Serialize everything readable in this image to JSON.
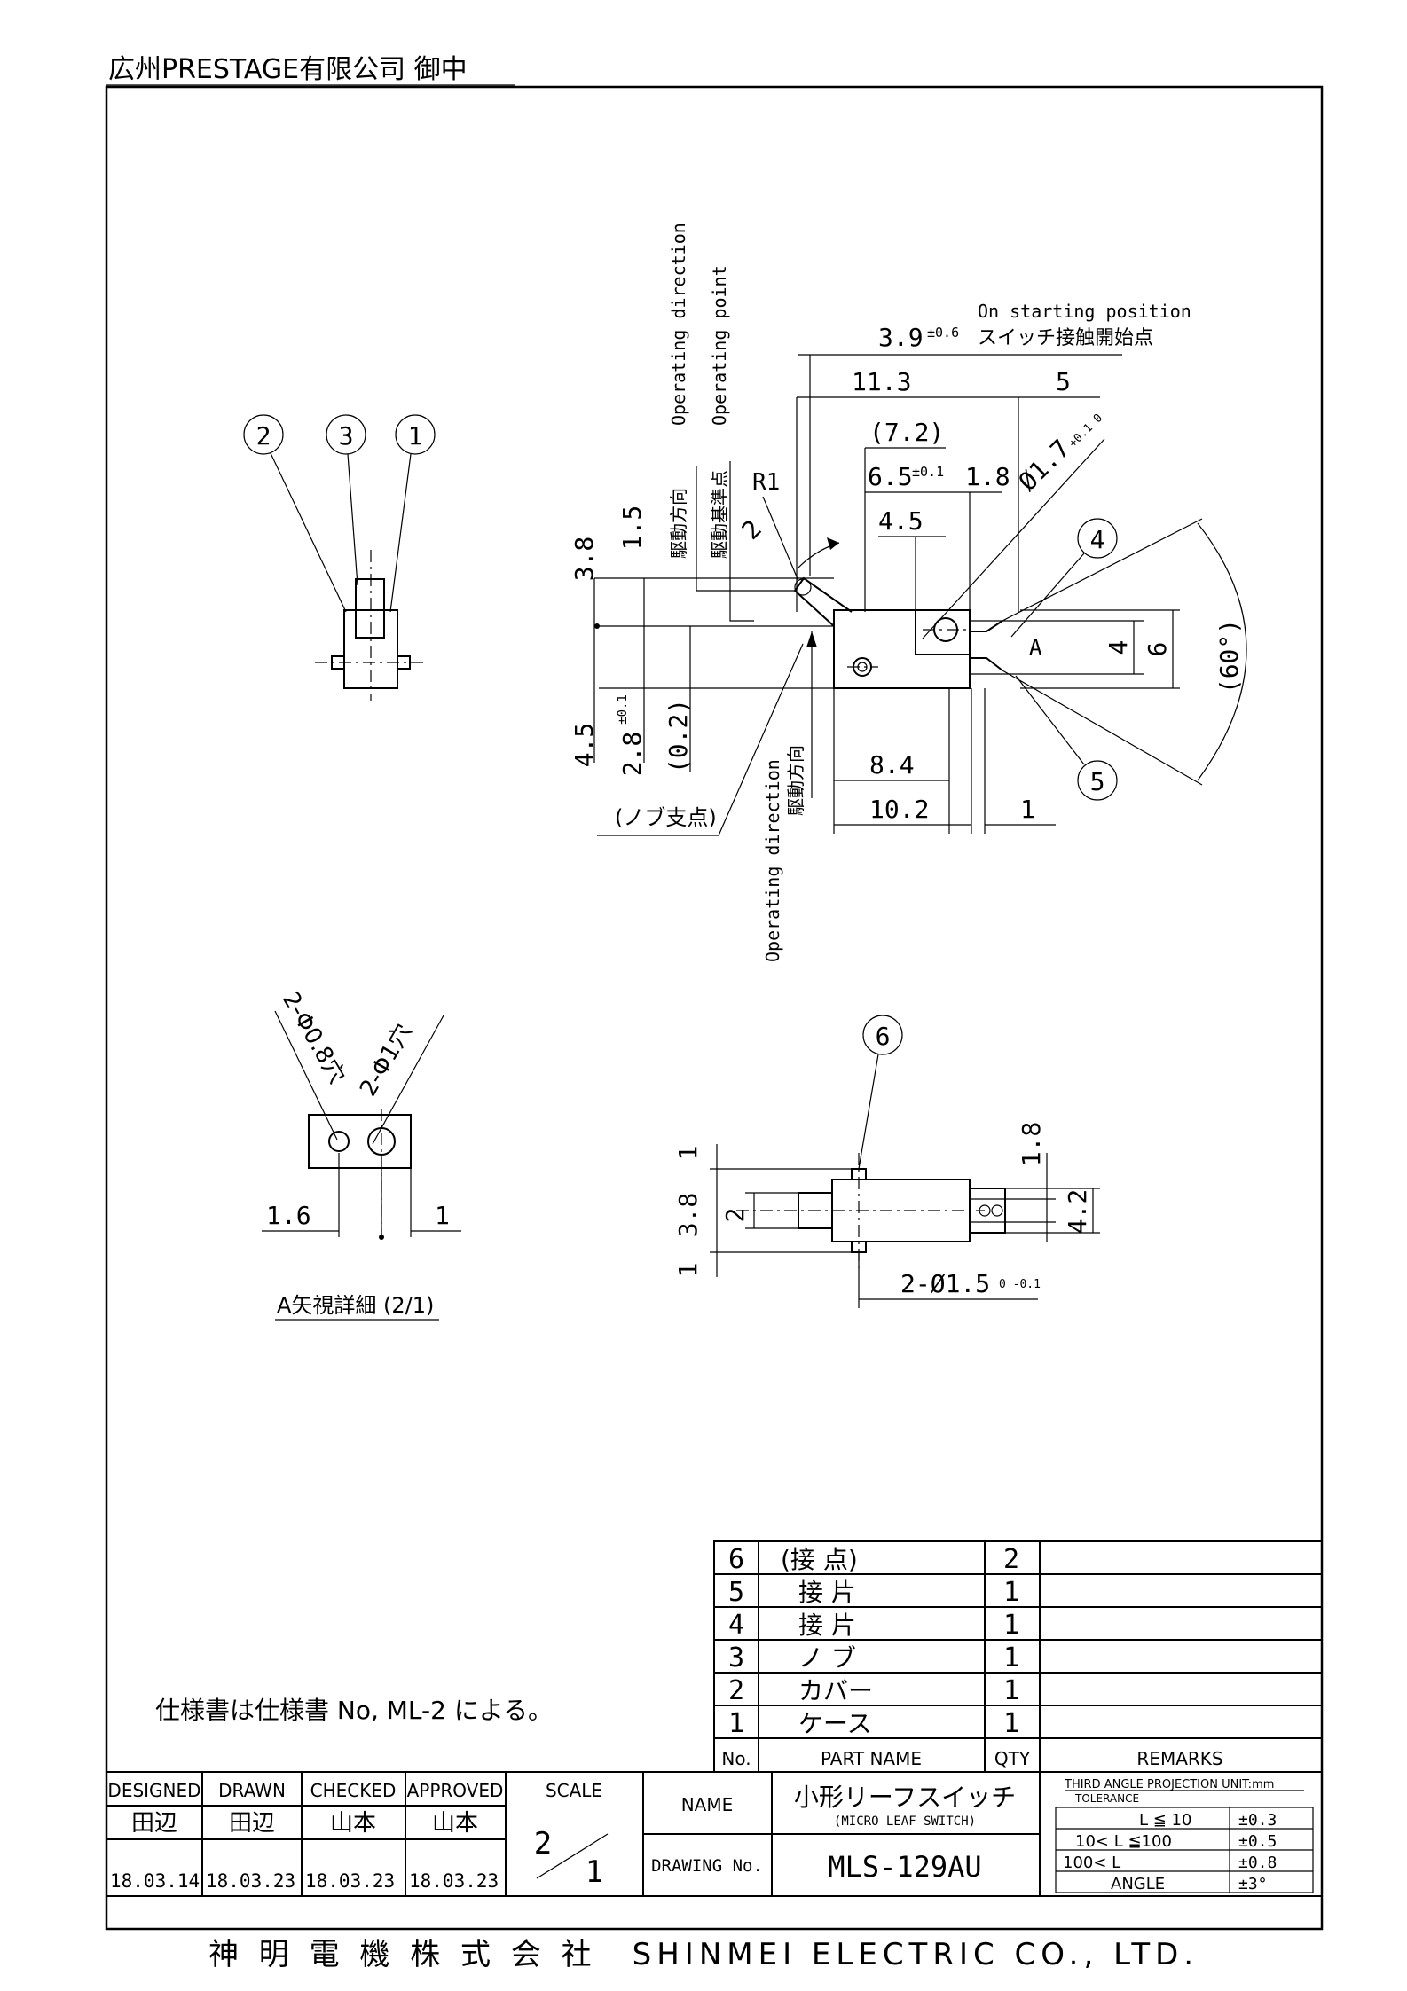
{
  "header": {
    "customer": "広州PRESTAGE有限公司 御中"
  },
  "footer": {
    "company": "神 明 電 機 株 式 会 社　SHINMEI ELECTRIC CO., LTD."
  },
  "note": "仕様書は仕様書 No, ML-2 による。",
  "views": {
    "side": {
      "balloons": [
        "2",
        "3",
        "1"
      ]
    },
    "detail": {
      "hole_small": "2-Φ0.8穴",
      "hole_large": "2-Φ1穴",
      "dim_left": "1.6",
      "dim_right": "1",
      "caption": "A矢視詳細 (2/1)"
    },
    "main": {
      "on_start_en": "On starting position",
      "on_start_jp": "スイッチ接触開始点",
      "dim_39": "3.9",
      "dim_39_tol": "±0.6",
      "dim_113": "11.3",
      "dim_5": "5",
      "dim_72": "(7.2)",
      "dim_65": "6.5",
      "dim_65_tol": "±0.1",
      "dim_18": "1.8",
      "dim_45": "4.5",
      "dim_phi17": "Ø1.7",
      "dim_phi17_tol": "+0.1 0",
      "r1": "R1",
      "dim_2": "2",
      "dim_38": "3.8",
      "dim_15": "1.5",
      "dim_45v": "4.5",
      "dim_28": "2.8",
      "dim_28_tol": "±0.1",
      "dim_02": "(0.2)",
      "dim_4": "4",
      "dim_6": "6",
      "dim_60": "(60°)",
      "dim_84": "8.4",
      "dim_102": "10.2",
      "dim_1": "1",
      "label_a": "A",
      "knob_fulcrum": "(ノブ支点)",
      "op_dir_en": "Operating direction",
      "op_point_en": "Operating point",
      "op_dir_jp": "駆動方向",
      "op_point_jp": "駆動基準点",
      "balloon_4": "4",
      "balloon_5": "5"
    },
    "bottom": {
      "balloon_6": "6",
      "dim_1a": "1",
      "dim_38": "3.8",
      "dim_2": "2",
      "dim_1b": "1",
      "dim_18": "1.8",
      "dim_42": "4.2",
      "dim_holes": "2-Ø1.5",
      "dim_holes_tol": "0 -0.1"
    }
  },
  "parts_list": {
    "headers": {
      "no": "No.",
      "name": "PART NAME",
      "qty": "QTY",
      "remarks": "REMARKS"
    },
    "rows": [
      {
        "no": "6",
        "name": "(接 点)",
        "qty": "2"
      },
      {
        "no": "5",
        "name": "接 片",
        "qty": "1"
      },
      {
        "no": "4",
        "name": "接 片",
        "qty": "1"
      },
      {
        "no": "3",
        "name": "ノ ブ",
        "qty": "1"
      },
      {
        "no": "2",
        "name": "カバー",
        "qty": "1"
      },
      {
        "no": "1",
        "name": "ケース",
        "qty": "1"
      }
    ]
  },
  "title_block": {
    "designed_label": "DESIGNED",
    "drawn_label": "DRAWN",
    "checked_label": "CHECKED",
    "approved_label": "APPROVED",
    "scale_label": "SCALE",
    "designed_by": "田辺",
    "drawn_by": "田辺",
    "checked_by": "山本",
    "approved_by": "山本",
    "designed_date": "18.03.14",
    "drawn_date": "18.03.23",
    "checked_date": "18.03.23",
    "approved_date": "18.03.23",
    "scale_num": "2",
    "scale_den": "1",
    "name_label": "NAME",
    "name_jp": "小形リーフスイッチ",
    "name_en": "(MICRO LEAF SWITCH)",
    "drawing_no_label": "DRAWING No.",
    "drawing_no": "MLS-129AU",
    "projection": "THIRD ANGLE PROJECTION  UNIT:mm",
    "tolerance_label": "TOLERANCE",
    "tolerances": [
      {
        "range": "L ≦ 10",
        "value": "±0.3"
      },
      {
        "range": "10< L ≦100",
        "value": "±0.5"
      },
      {
        "range": "100< L",
        "value": "±0.8"
      },
      {
        "range": "ANGLE",
        "value": "±3°"
      }
    ]
  }
}
